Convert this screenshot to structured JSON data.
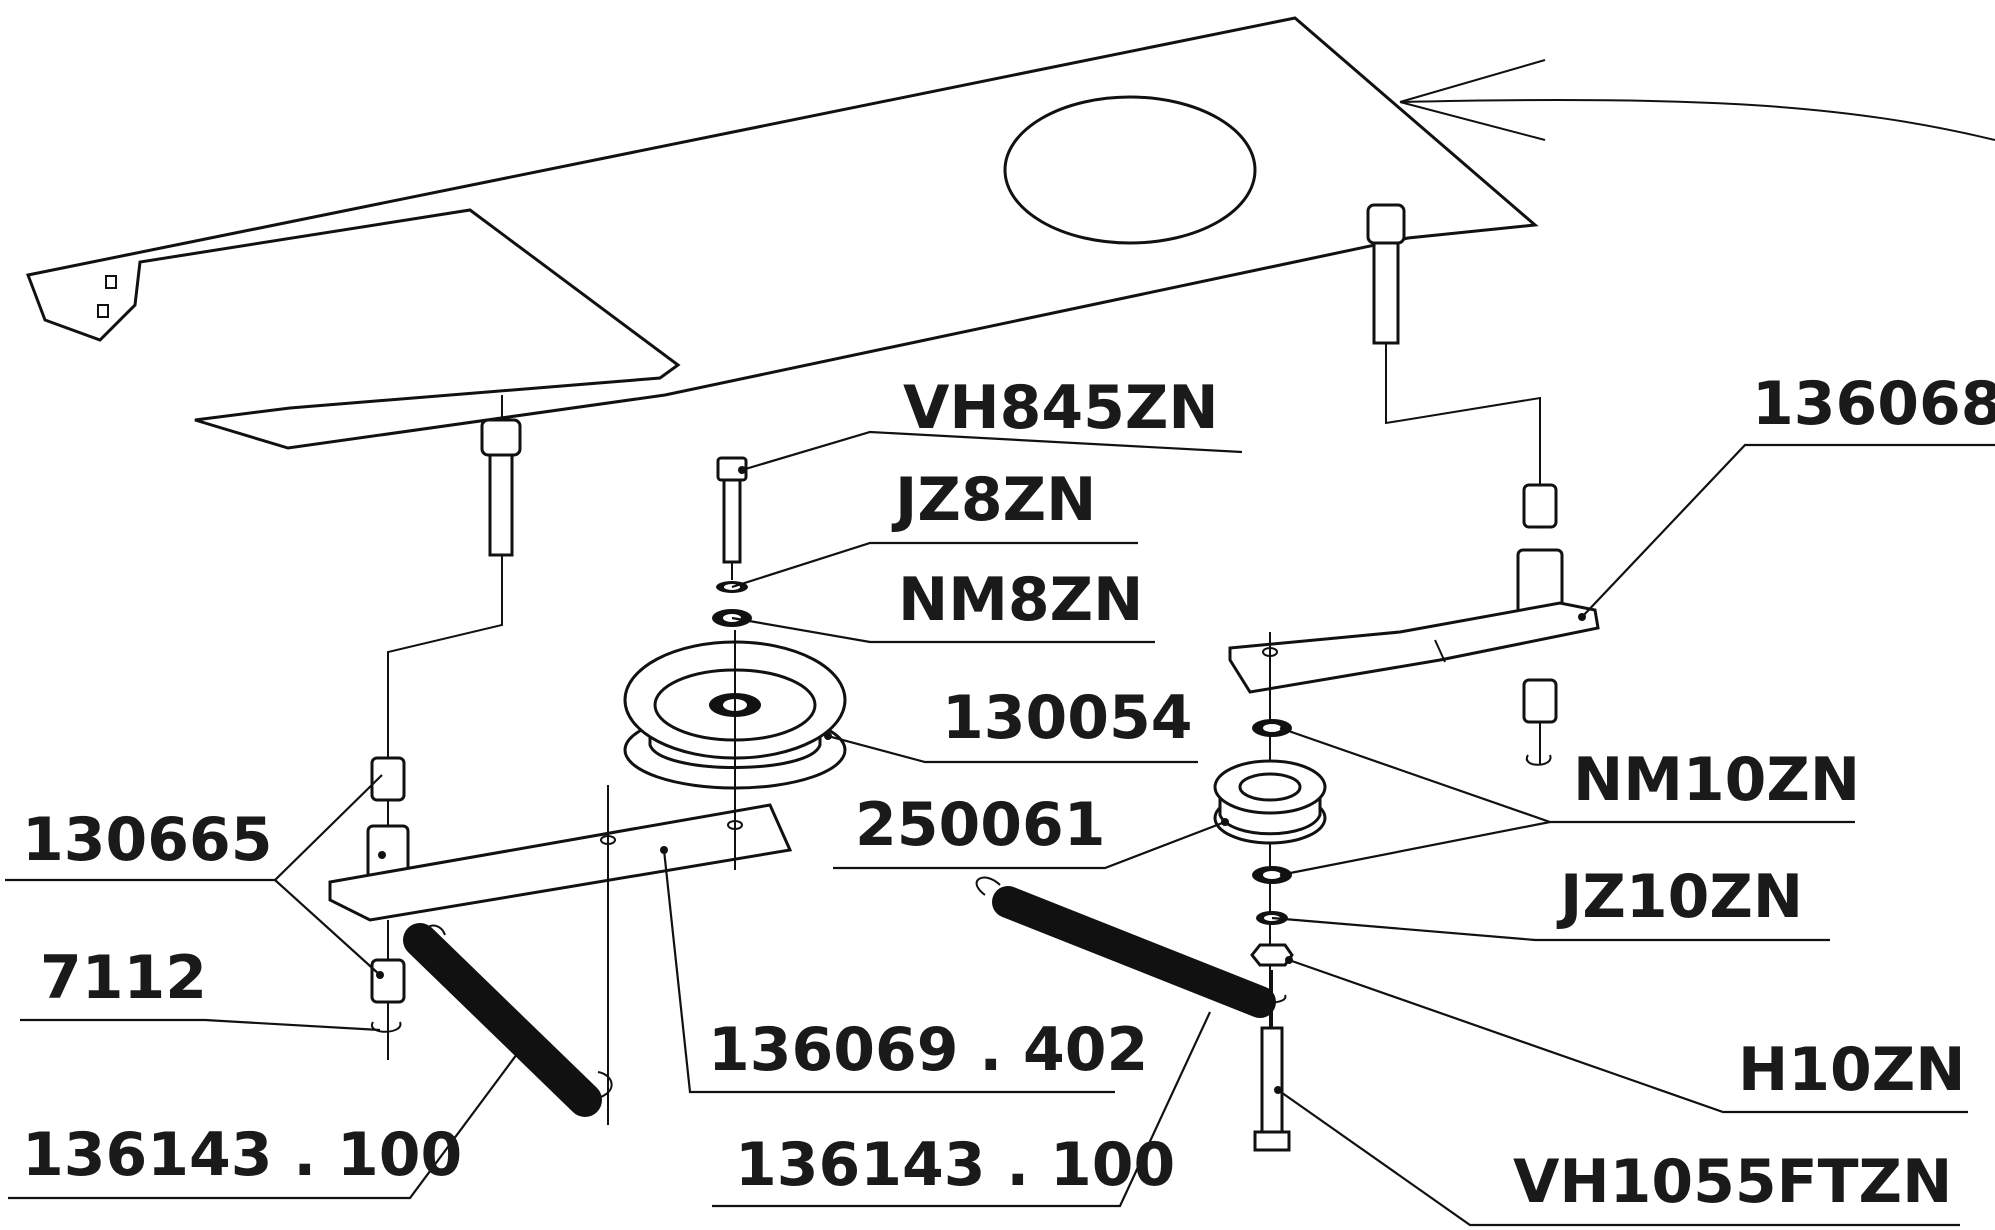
{
  "labels": {
    "vh845zn": "VH845ZN",
    "jz8zn": "JZ8ZN",
    "nm8zn": "NM8ZN",
    "p130054": "130054",
    "p136068": "136068",
    "nm10zn": "NM10ZN",
    "p250061": "250061",
    "jz10zn": "JZ10ZN",
    "p130665": "130665",
    "p7112": "7112",
    "p136069": "136069 . 402",
    "h10zn": "H10ZN",
    "p136143_left": "136143 . 100",
    "p136143_right": "136143 . 100",
    "vh1055ftzn": "VH1055FTZN"
  }
}
